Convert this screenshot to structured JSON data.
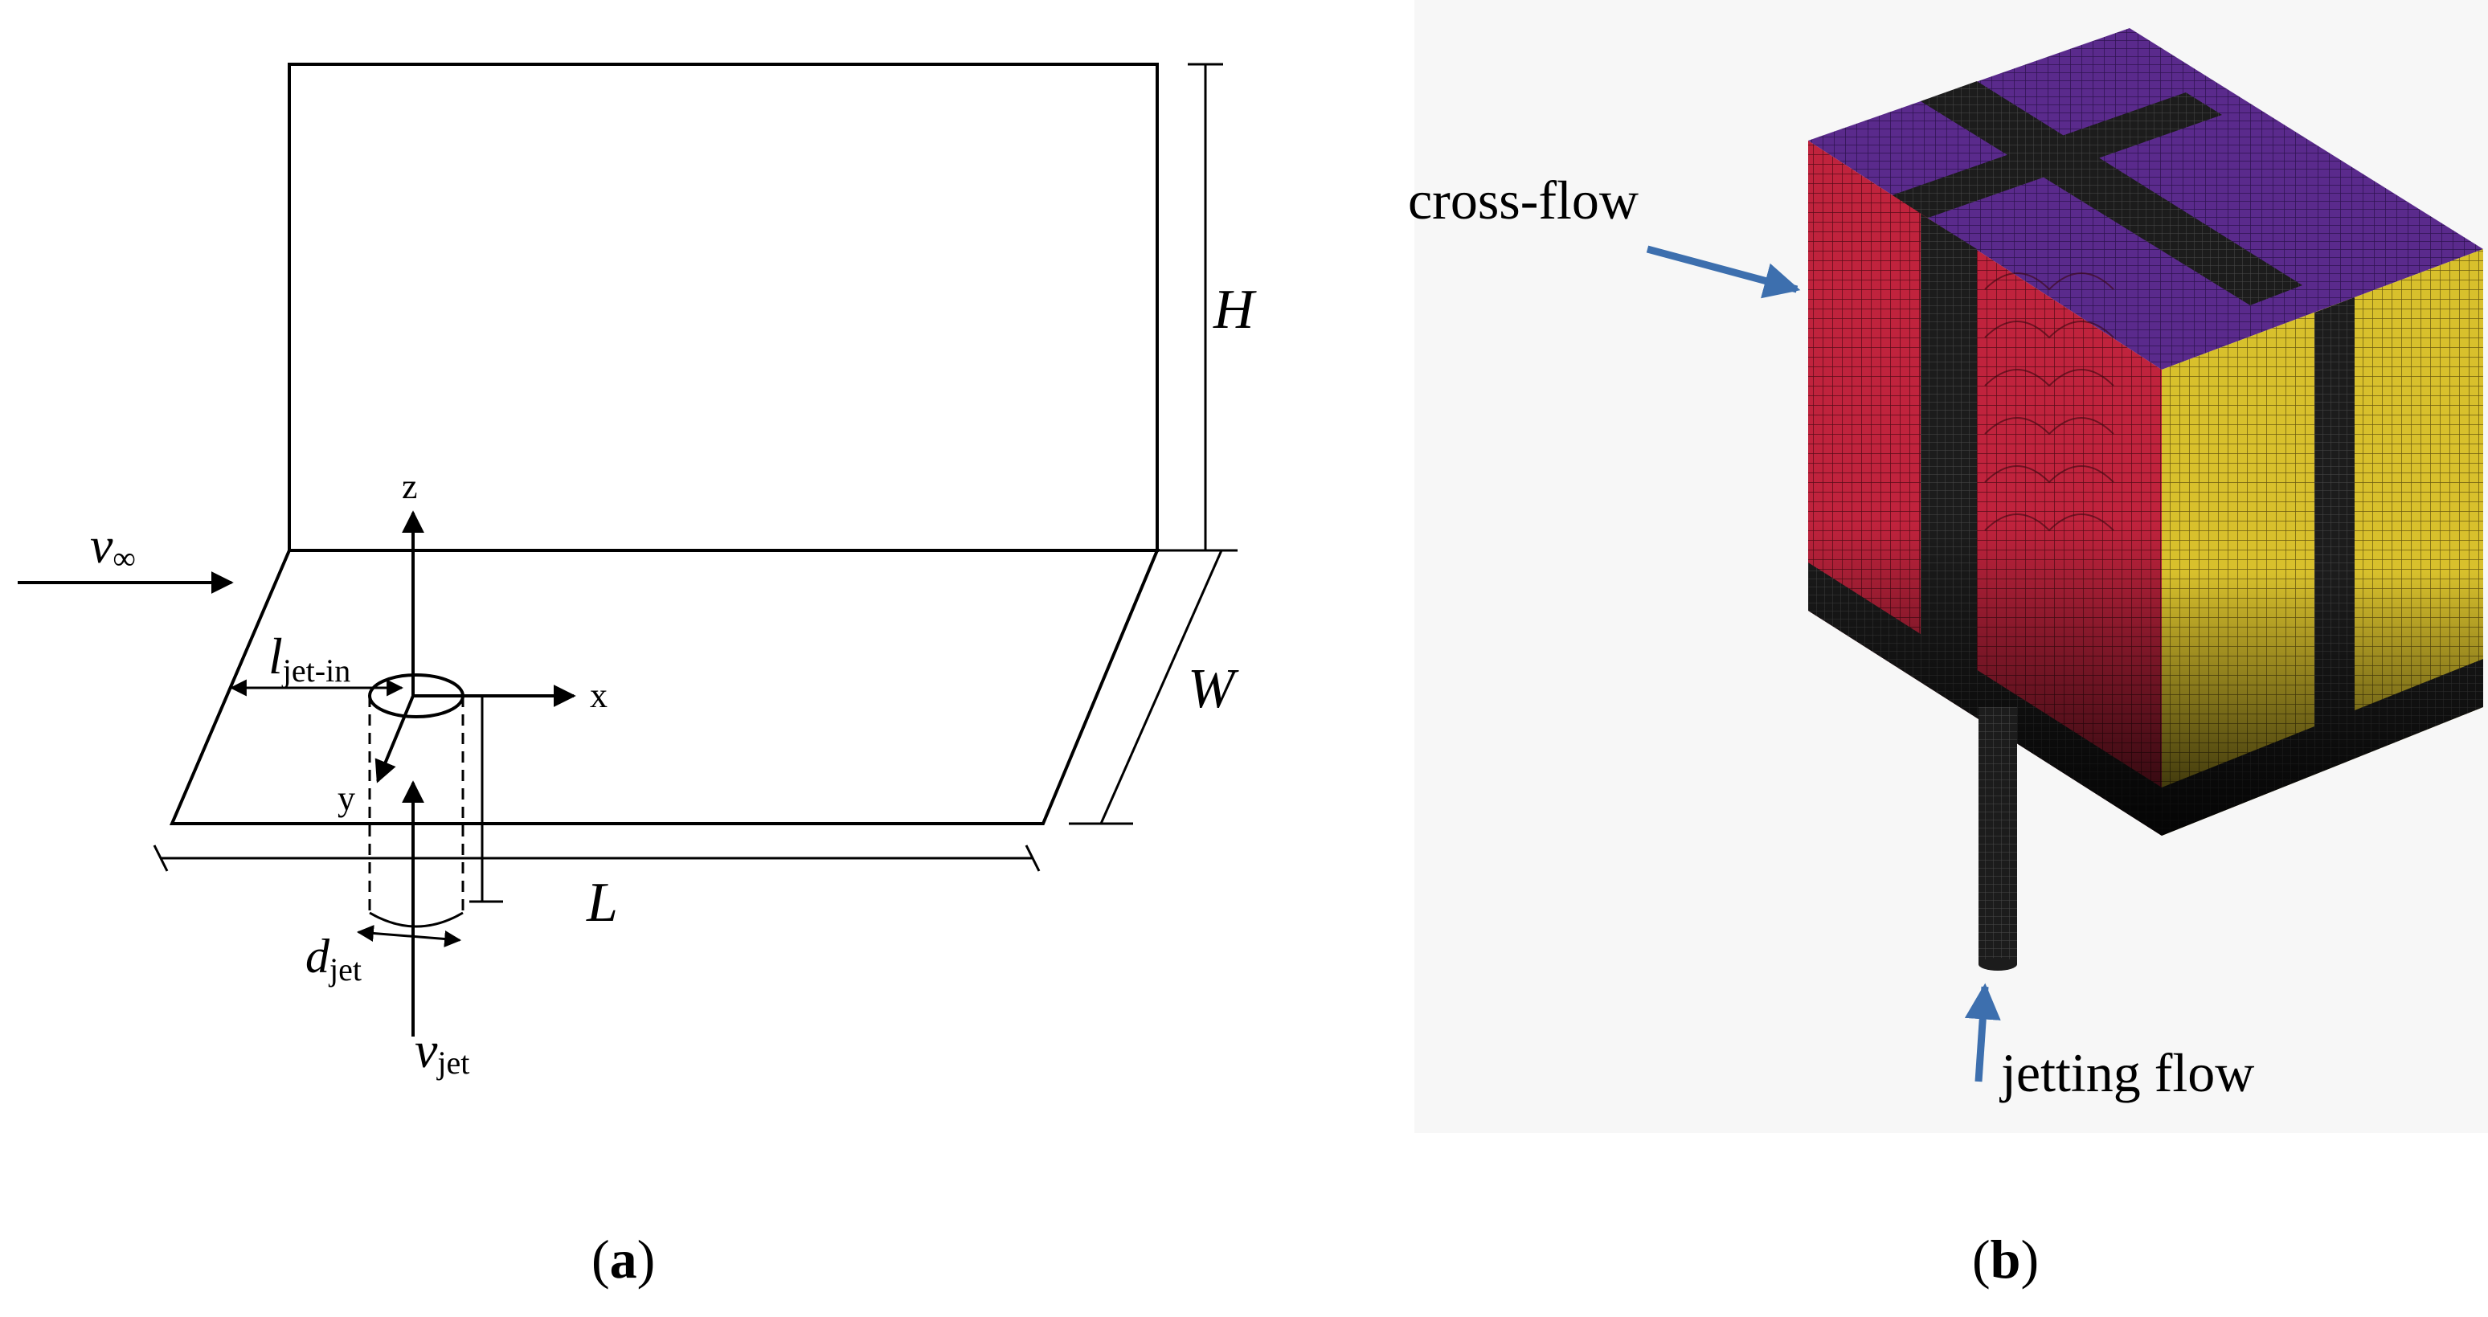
{
  "panel_a": {
    "caption_open": "(",
    "caption_letter": "a",
    "caption_close": ")",
    "label_H": "H",
    "label_W": "W",
    "label_L": "L",
    "label_z": "z",
    "label_x": "x",
    "label_y": "y",
    "v_inf_main": "v",
    "v_inf_sub": "∞",
    "l_jet_main": "l",
    "l_jet_sub": "jet-in",
    "d_jet_main": "d",
    "d_jet_sub": "jet",
    "v_jet_main": "v",
    "v_jet_sub": "jet"
  },
  "panel_b": {
    "caption_open": "(",
    "caption_letter": "b",
    "caption_close": ")",
    "label_cross_flow": "cross-flow",
    "label_jetting_flow": "jetting flow"
  },
  "colors": {
    "mesh_top": "#5a2a8c",
    "mesh_front": "#b8203a",
    "mesh_side": "#d9c12a",
    "mesh_dark": "#1a1a1a",
    "arrow_blue": "#3d6fae"
  }
}
